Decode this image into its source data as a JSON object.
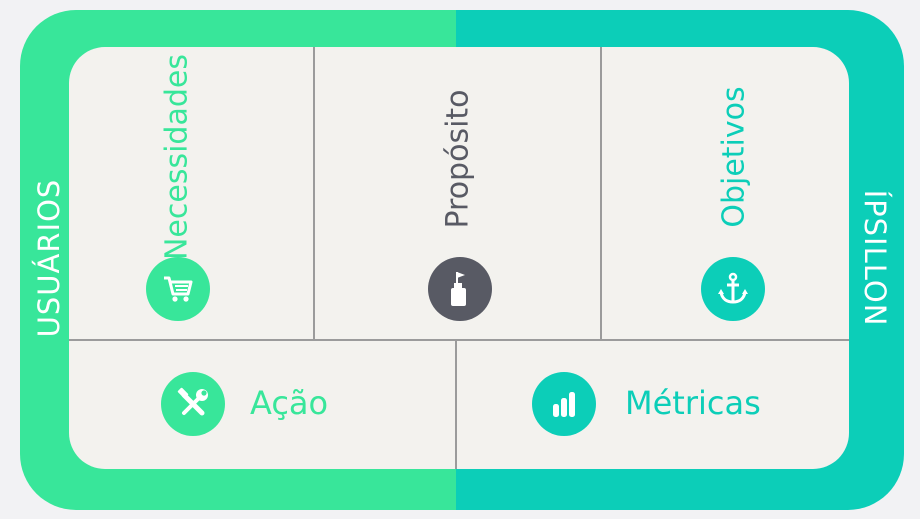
{
  "colors": {
    "green": "#38e69a",
    "teal": "#0cceb8",
    "dark": "#585a64",
    "panel": "#f3f2ee",
    "divider": "#9b9b9b"
  },
  "frame": {
    "left_label": "USUÁRIOS",
    "right_label": "ÍPSILLON"
  },
  "sections": {
    "necessidades": {
      "label": "Necessidades",
      "icon": "shopping-cart-icon"
    },
    "proposito": {
      "label": "Propósito",
      "icon": "flag-bottle-icon"
    },
    "objetivos": {
      "label": "Objetivos",
      "icon": "anchor-icon"
    },
    "acao": {
      "label": "Ação",
      "icon": "tools-icon"
    },
    "metricas": {
      "label": "Métricas",
      "icon": "bar-chart-icon"
    }
  }
}
